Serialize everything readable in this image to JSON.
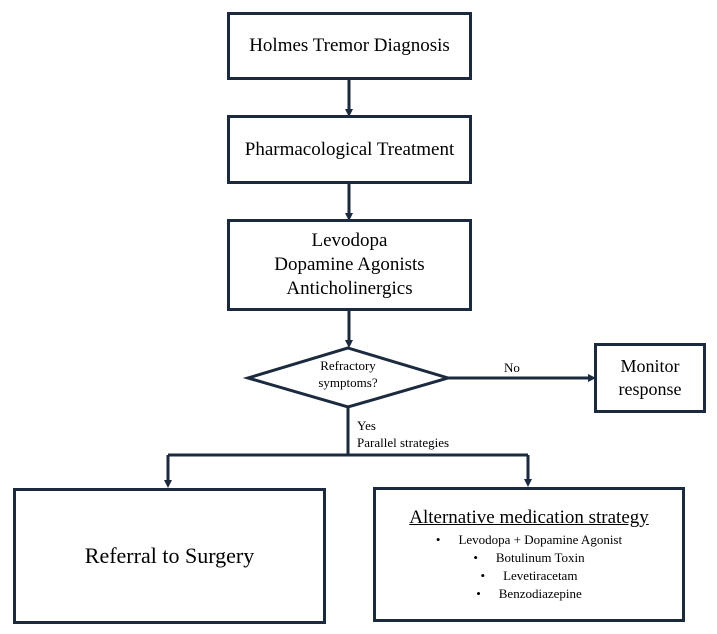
{
  "nodes": {
    "diagnosis": "Holmes Tremor Diagnosis",
    "pharmacological": "Pharmacological Treatment",
    "medications": [
      "Levodopa",
      "Dopamine Agonists",
      "Anticholinergics"
    ],
    "decision": [
      "Refractory",
      "symptoms?"
    ],
    "monitor": [
      "Monitor",
      "response"
    ],
    "surgery": "Referral to Surgery",
    "alternative": {
      "title": "Alternative medication strategy",
      "items": [
        "Levodopa + Dopamine Agonist",
        "Botulinum Toxin",
        "Levetiracetam",
        "Benzodiazepine"
      ]
    }
  },
  "edges": {
    "no_label": "No",
    "yes_label": "Yes",
    "parallel_label": "Parallel strategies"
  },
  "colors": {
    "stroke": "#1b2a3e",
    "background": "#ffffff",
    "text": "#000000"
  }
}
